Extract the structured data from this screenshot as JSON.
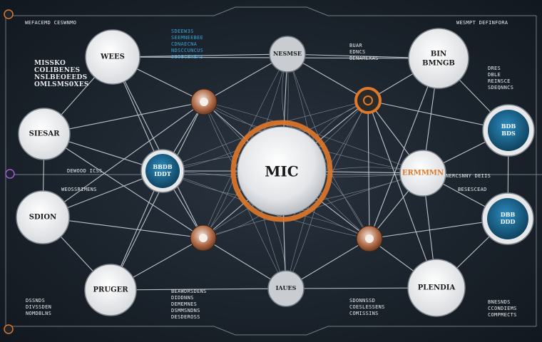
{
  "header": {
    "left": "WEFACEMD CESWNMO",
    "right": "WESMPT DEFINFORA"
  },
  "center": {
    "label": "MIC"
  },
  "nodes": {
    "top_left": "WEES",
    "left_mid": "SIESAR",
    "left_low": "SDION",
    "bottom_left": "PRUGER",
    "top_center": "NESMSE",
    "bottom_center": "IAUES",
    "top_right": "BIN\nBMNGB",
    "right_mid": "ERMMMN",
    "bottom_right": "PLENDIA",
    "blue_left": "BBDB\nIDDT",
    "blue_right_top": "BDB\nBDS",
    "blue_right_low": "DBB\nDDD"
  },
  "annotations": {
    "left_block": "MISSKO\nCOLIBENES\nNSLBEOEEDS\nOMLSMS0XES",
    "top_mid_block": "SDEEW3S\nSEEMNEEBEE\nCDNAECNA\nNDSCCUNCUS\nSEOECENEAS",
    "top_right_small": "BUAR\nEDNCS\nBENAREXAS",
    "far_right_top": "DRES\nDBLE\nREINSCE\nSDEQNNCS",
    "left_mid_small": "DEWOOD ICSS",
    "left_mid_small2": "WEOSSRIMENS",
    "right_mid_small": "NERCSNNY DEIIS",
    "right_mid_small2": "BESESCEAD",
    "bottom_left_block": "DSSNDS\nDIVSSDEN\nNOMDBLNS",
    "bottom_mid_block": "BEAWDRSDENS\nDIDDNNS\nDEMEMNES\nDSMMSNDNS\nDESDEROSS",
    "bottom_right_small": "SDONNSSD\nCOESLESSENS\nCOMISSINS",
    "far_right_bottom": "BNESNDS\nCCONDIEMS\nCOMPMECTS"
  },
  "colors": {
    "background": "#1b232c",
    "line": "#d9dde2",
    "node_fill": "#f1f2f3",
    "blue": "#1f6d97",
    "orange": "#e0782a",
    "copper": "#9a5a3a"
  }
}
